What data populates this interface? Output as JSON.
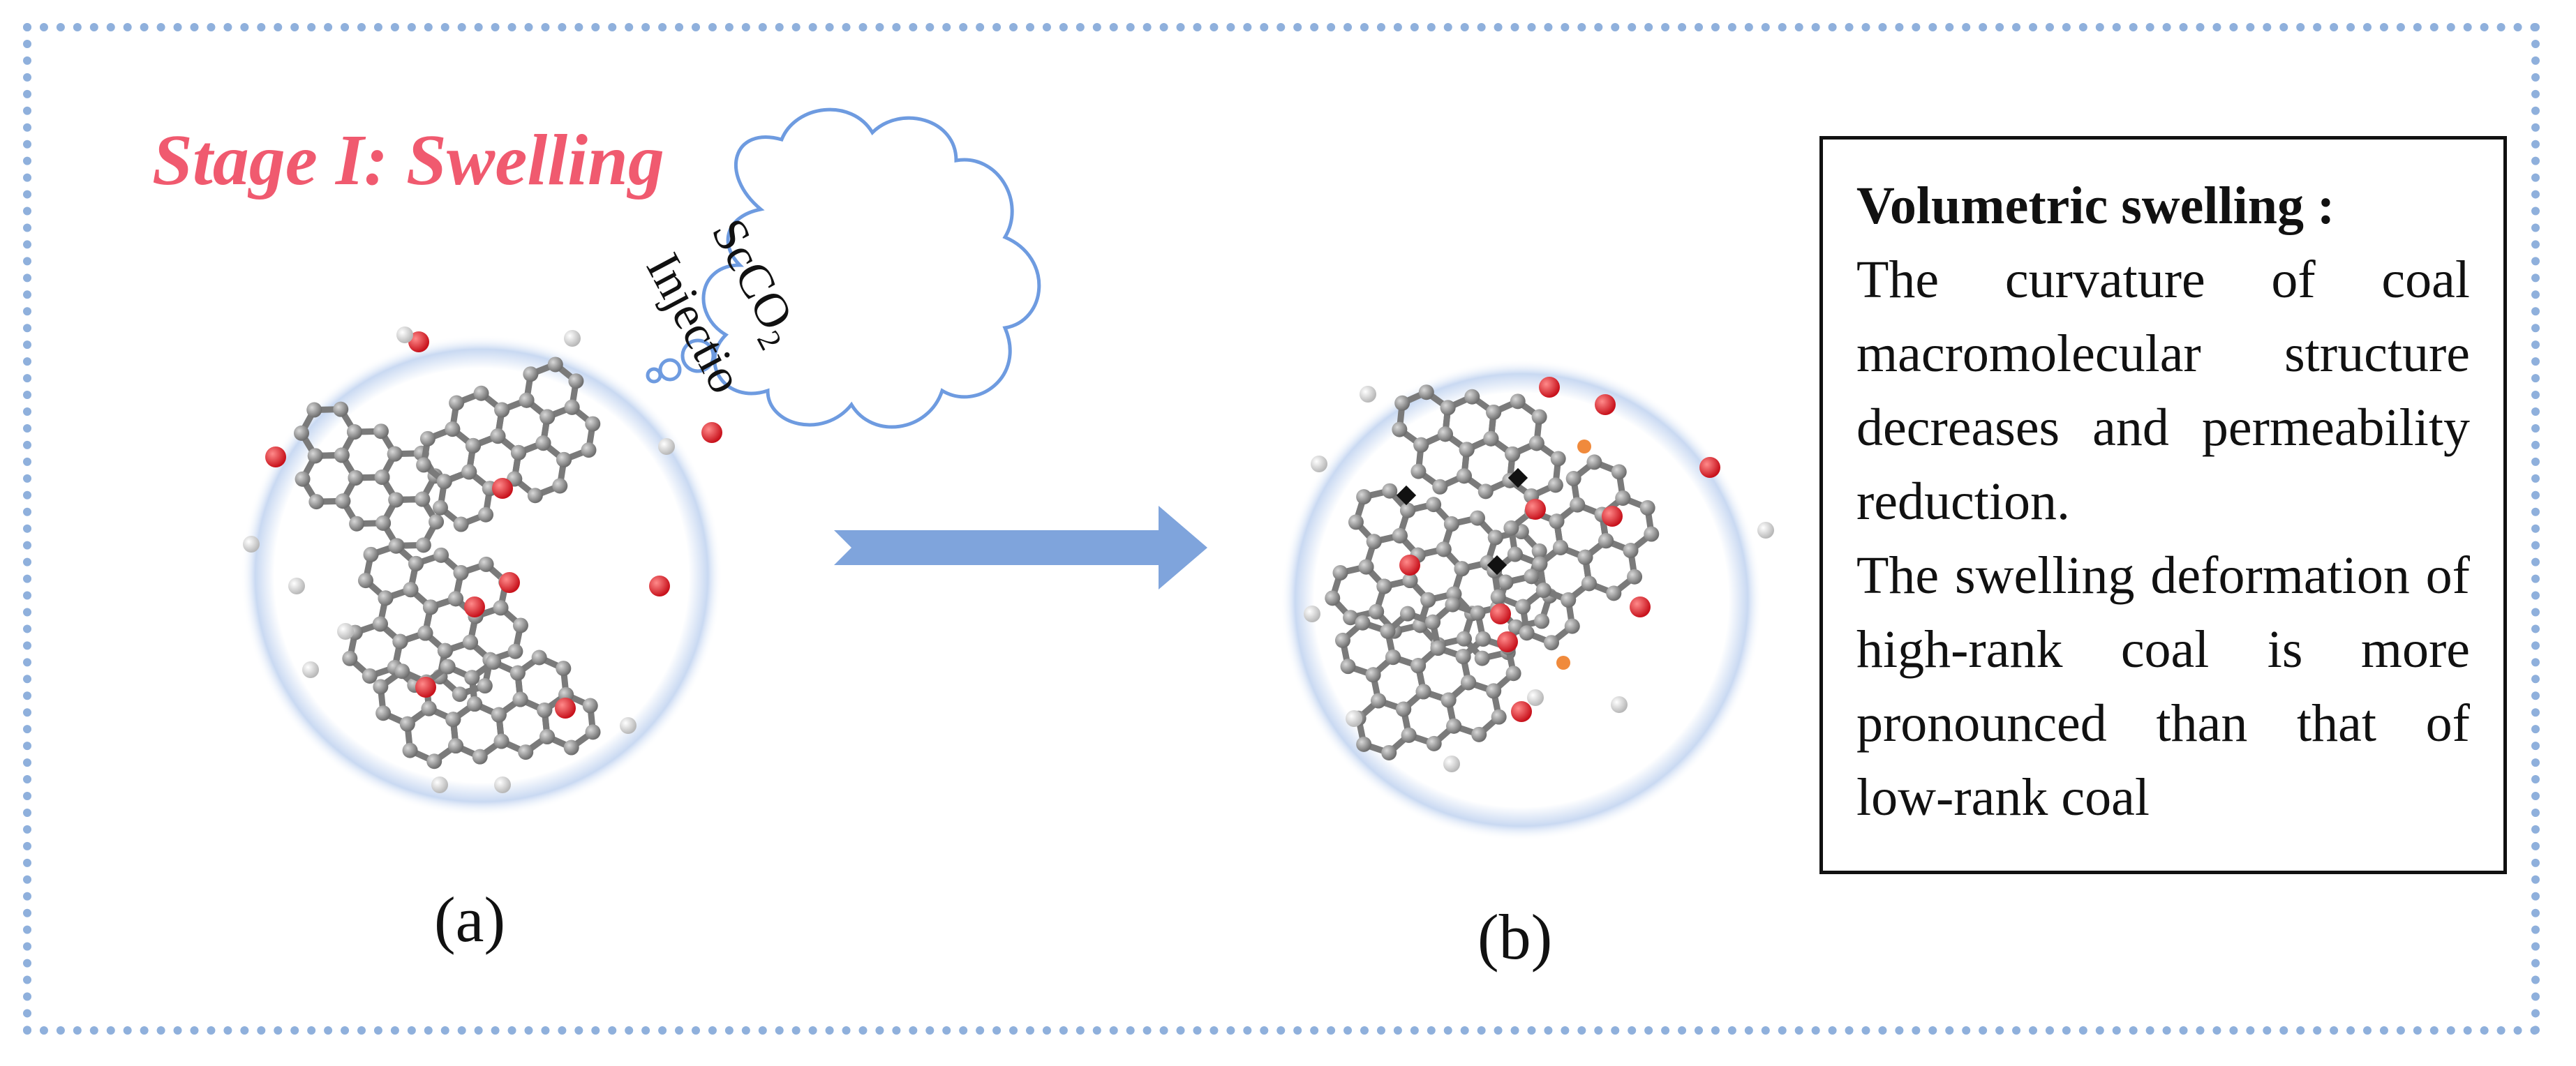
{
  "figure": {
    "stage_title": "Stage I: Swelling",
    "cloud": {
      "line1_main": "ScCO",
      "line1_sub": "2",
      "line2": "Injectio"
    },
    "panels": [
      {
        "label": "(a)"
      },
      {
        "label": "(b)"
      }
    ],
    "info_box": {
      "title": "Volumetric swelling :",
      "paragraph1": "The curvature of coal macromolecular structure decreases and permeability reduction.",
      "paragraph2": "The swelling deformation of high-rank coal is more pronounced than that of low-rank coal"
    },
    "colors": {
      "frame_border": "#8fb0dc",
      "title": "#f05a6f",
      "arrow": "#7fa4dc",
      "circle_glow": "#9dbbe6",
      "carbon": "#8a8a8a",
      "oxygen": "#e8262f",
      "hydrogen": "#e6e6e6"
    }
  }
}
